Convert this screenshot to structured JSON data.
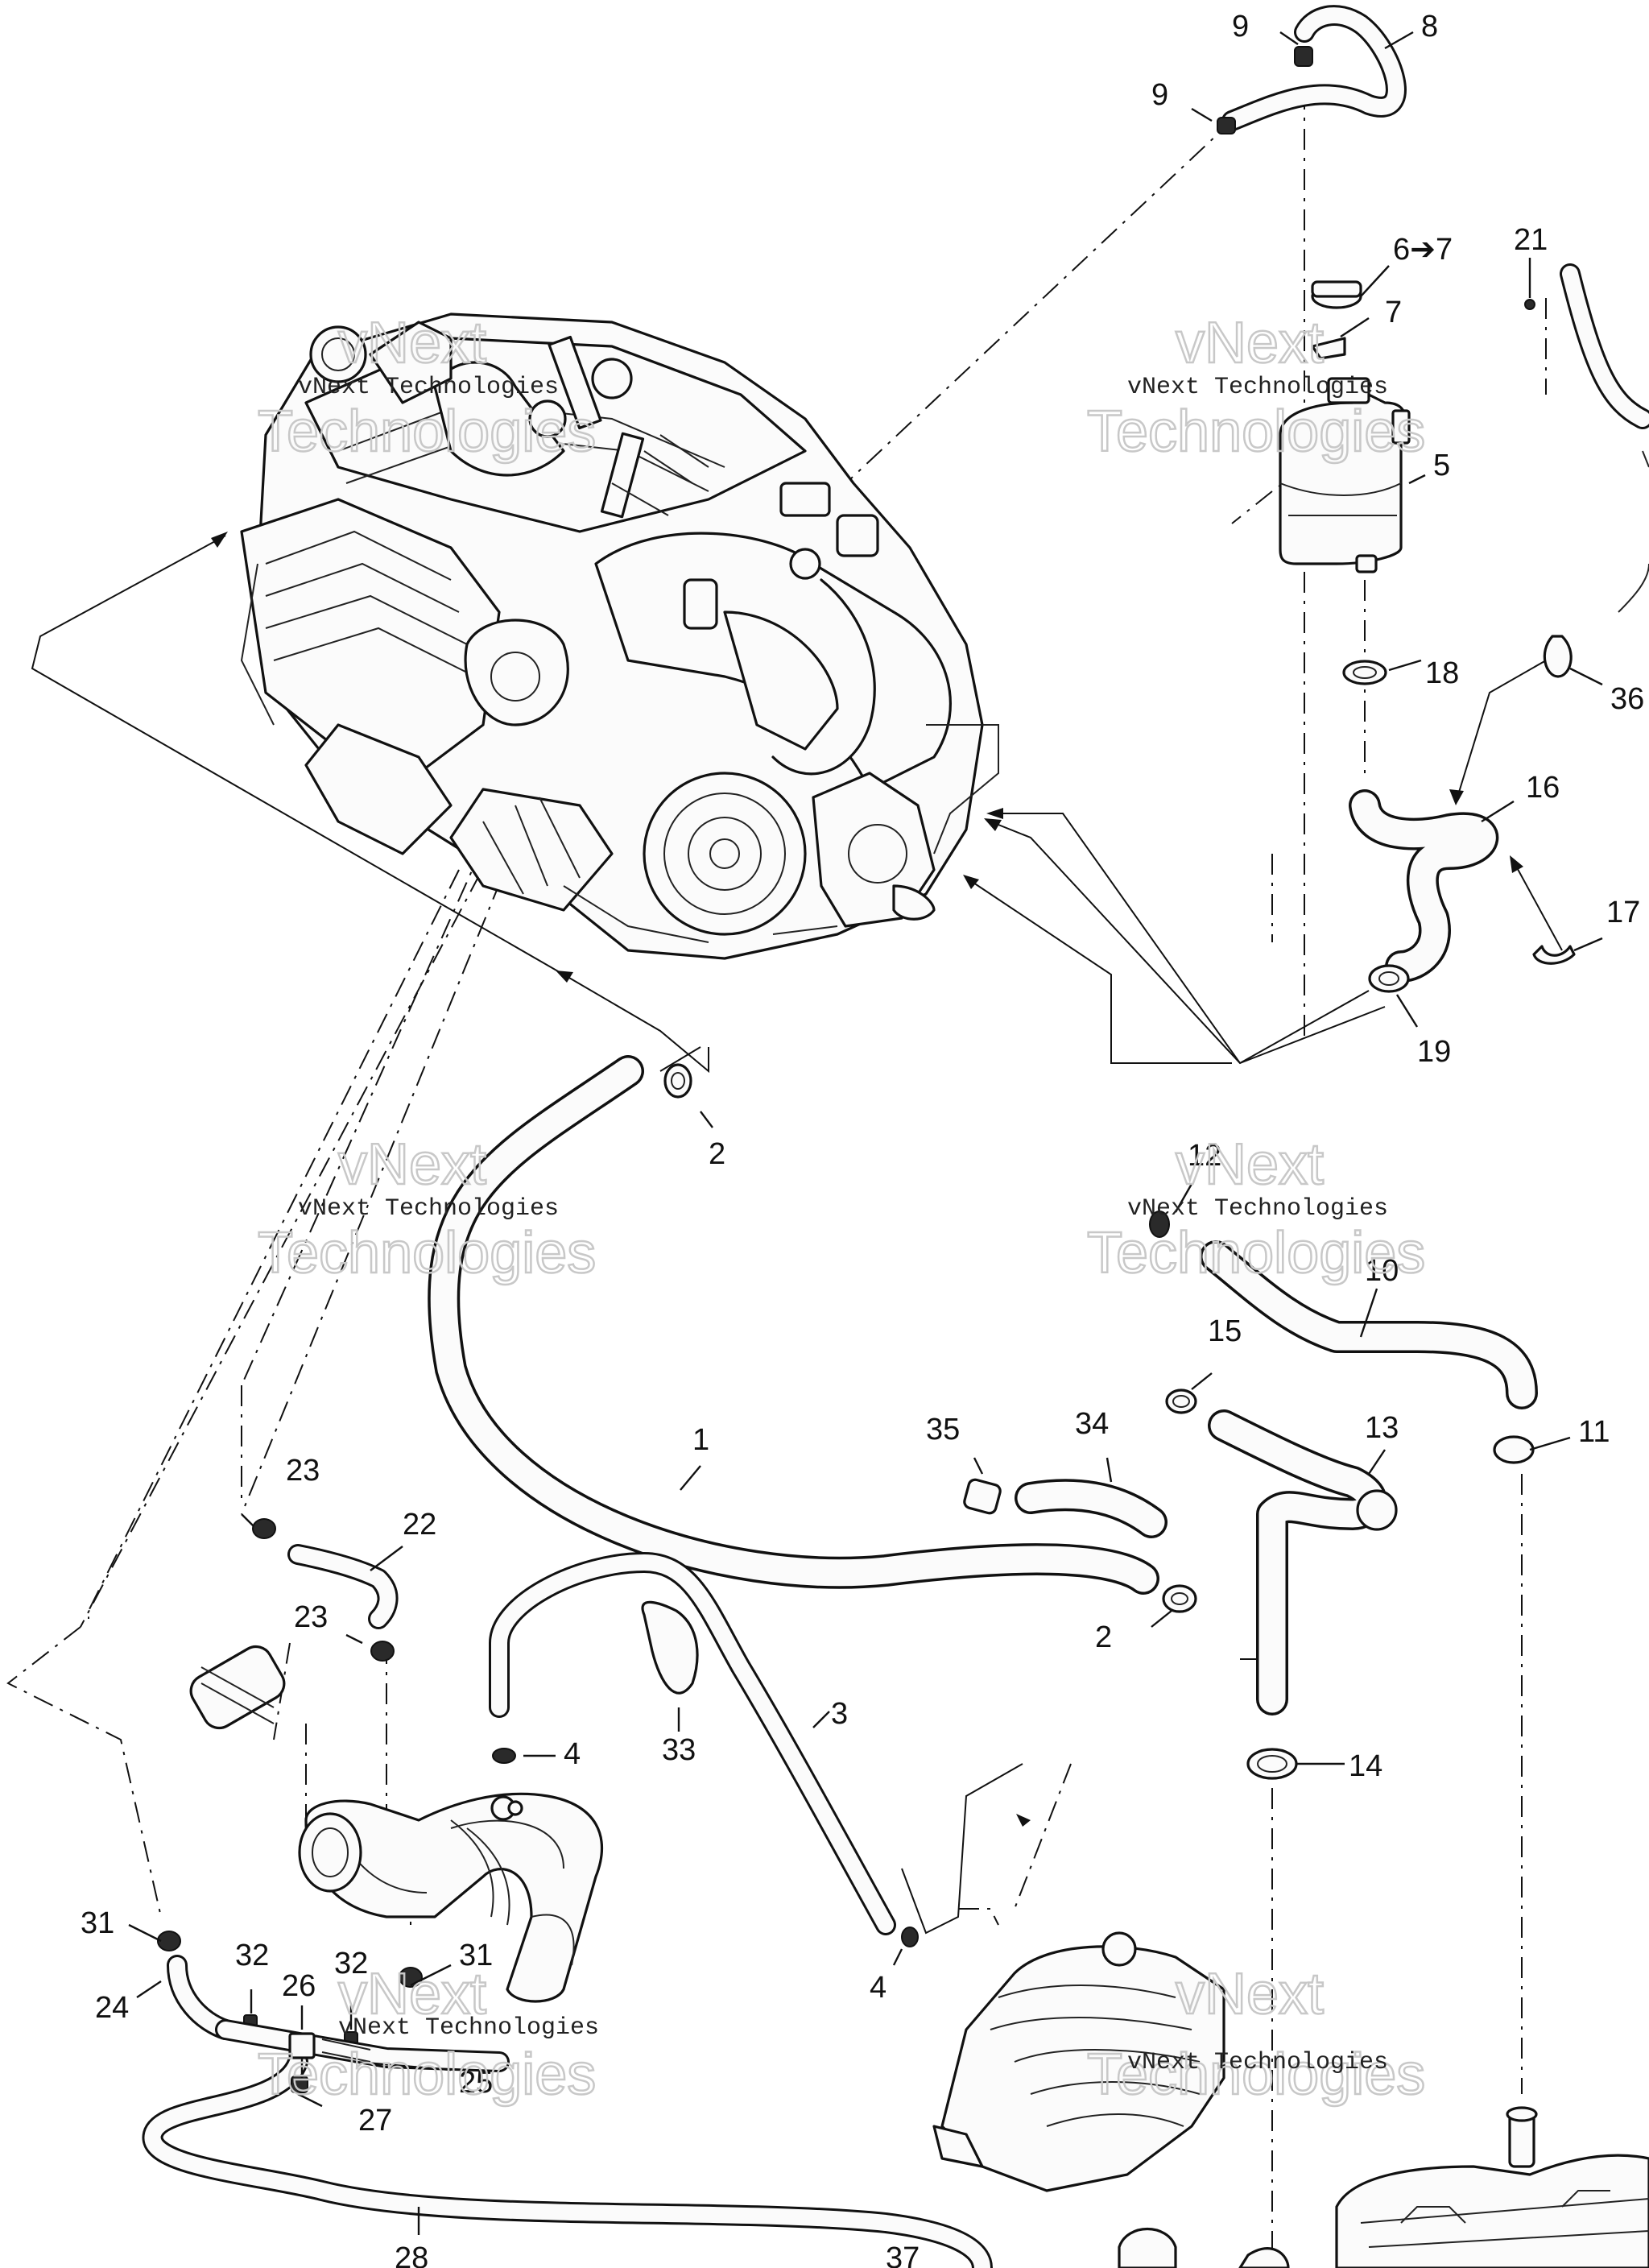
{
  "watermark": {
    "small": "vNext Technologies",
    "big_top": "vNext",
    "big_bottom": "Technologies"
  },
  "callouts": {
    "c1": "1",
    "c2a": "2",
    "c2b": "2",
    "c3": "3",
    "c4a": "4",
    "c4b": "4",
    "c5": "5",
    "c6": "6➔7",
    "c7": "7",
    "c8": "8",
    "c9a": "9",
    "c9b": "9",
    "c10": "10",
    "c11": "11",
    "c12": "12",
    "c13": "13",
    "c14": "14",
    "c15": "15",
    "c16": "16",
    "c17": "17",
    "c18": "18",
    "c19": "19",
    "c21": "21",
    "c22": "22",
    "c23a": "23",
    "c23b": "23",
    "c24": "24",
    "c25": "25",
    "c26": "26",
    "c27": "27",
    "c28": "28",
    "c31a": "31",
    "c31b": "31",
    "c32a": "32",
    "c32b": "32",
    "c33": "33",
    "c34": "34",
    "c35": "35",
    "c36": "36",
    "c37": "37"
  },
  "colors": {
    "line": "#111111",
    "part_fill": "#fbfbfb",
    "watermark_outline": "#c8c8c8"
  }
}
